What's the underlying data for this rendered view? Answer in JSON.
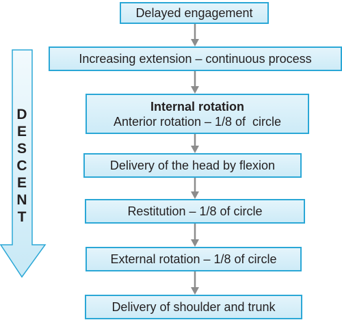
{
  "side_label": [
    "D",
    "E",
    "S",
    "C",
    "E",
    "N",
    "T"
  ],
  "steps": [
    {
      "text": "Delayed engagement"
    },
    {
      "text": "Increasing extension – continuous process"
    },
    {
      "title": "Internal rotation",
      "text": "Anterior rotation – 1/8 of  circle"
    },
    {
      "text": "Delivery of the head by flexion"
    },
    {
      "text": "Restitution – 1/8 of circle"
    },
    {
      "text": "External rotation – 1/8 of circle"
    },
    {
      "text": "Delivery of shoulder and trunk"
    }
  ],
  "colors": {
    "box_border": "#2aa7d6",
    "box_fill": "#d6eef8",
    "arrow": "#8c8c8c",
    "descent_fill": "#d9f0f9"
  }
}
